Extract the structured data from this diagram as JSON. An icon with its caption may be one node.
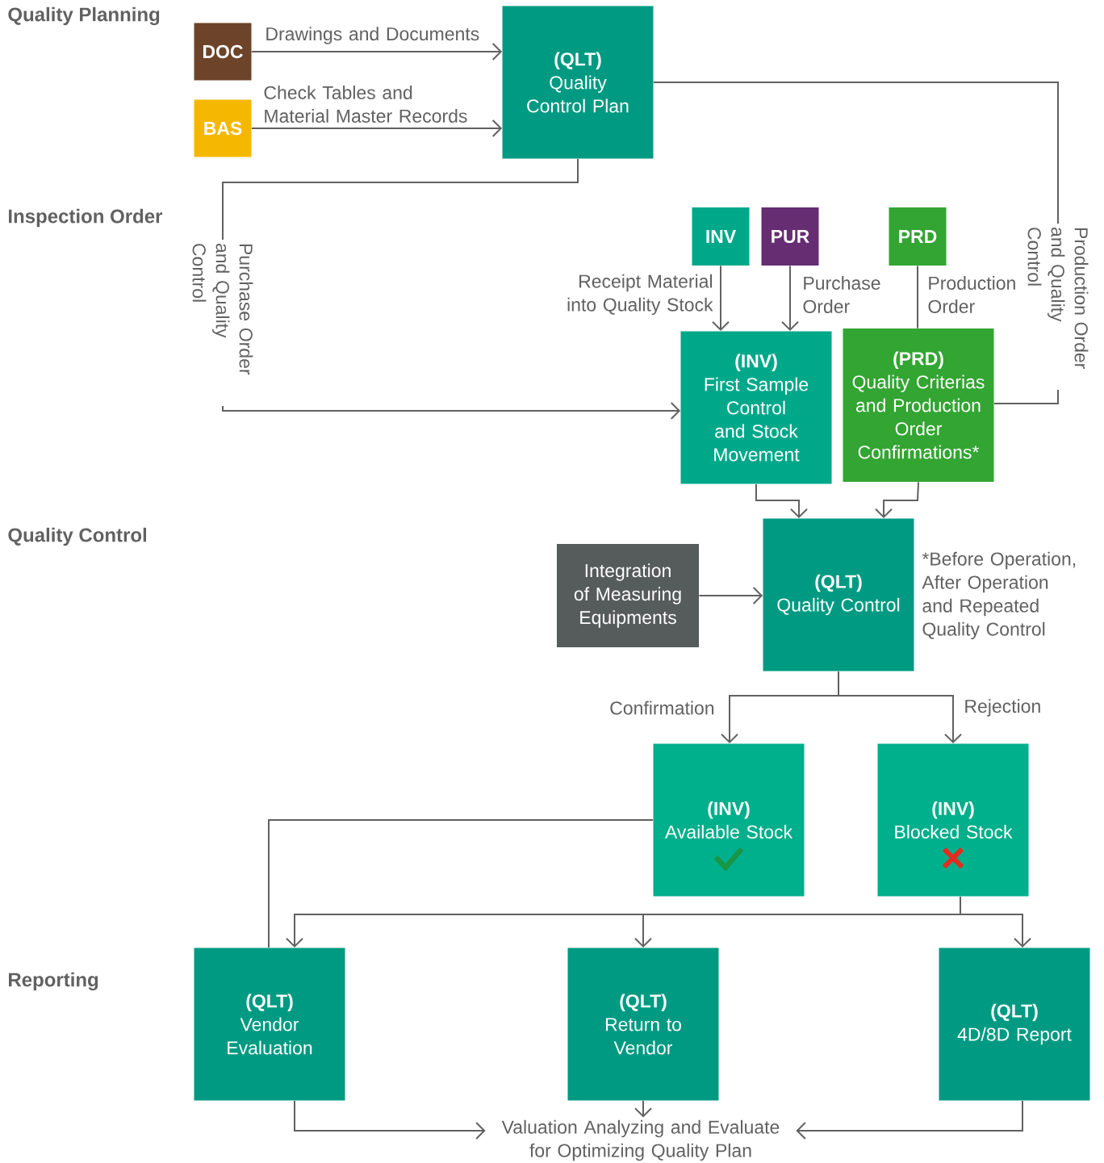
{
  "diagram": {
    "nodes": [
      {
        "text": [
          "DOC"
        ]
      },
      {
        "text": [
          "BAS"
        ]
      },
      {
        "text": [
          "(QLT)",
          "Quality Control Plan"
        ]
      },
      {
        "text": [
          "INV"
        ]
      },
      {
        "text": [
          "PUR"
        ]
      },
      {
        "text": [
          "PRD"
        ]
      },
      {
        "text": [
          "(INV)",
          "First Sample Control and Stock Movement"
        ]
      },
      {
        "text": [
          "(PRD)",
          "Quality Criterias and Production Order Confirmations*"
        ]
      },
      {
        "text": [
          "Integration of Measuring Equipments"
        ]
      },
      {
        "text": [
          "(QLT)",
          "Quality Control"
        ],
        "beside": [
          "*Before Operation, After Operation and Repeated Quality Control"
        ]
      },
      {
        "text": [
          "(INV)",
          "Available Stock"
        ]
      },
      {
        "text": [
          "(INV)",
          "Blocked Stock"
        ]
      },
      {
        "text": [
          "(QLT)",
          "Vendor Evaluation"
        ]
      },
      {
        "text": [
          "(QLT)",
          "Return to Vendor"
        ]
      },
      {
        "text": [
          "(QLT)",
          "4D/8D Report"
        ]
      },
      {
        "text": [
          "Valuation Analyzing and Evaluate for Optimizing Quality Plan"
        ]
      }
    ],
    "edges": [
      {
        "from": 0,
        "to": 2,
        "arrow": "to",
        "label": "Drawings and Documents"
      },
      {
        "from": 1,
        "to": 2,
        "arrow": "to",
        "label": "Check Tables and Material Master Records"
      },
      {
        "from": 2,
        "to": 6,
        "arrow": "to",
        "label": "Purchase Order and Quality Control"
      },
      {
        "from": 2,
        "to": 7,
        "arrow": "none",
        "label": "Production Order and Quality Control"
      },
      {
        "from": 3,
        "to": 6,
        "arrow": "to",
        "label": "Receipt Material into Quality Stock"
      },
      {
        "from": 4,
        "to": 6,
        "arrow": "to",
        "label": "Purchase Order"
      },
      {
        "from": 5,
        "to": 7,
        "arrow": "none",
        "label": "Production Order"
      },
      {
        "from": 6,
        "to": 9,
        "arrow": "to"
      },
      {
        "from": 7,
        "to": 9,
        "arrow": "to"
      },
      {
        "from": 8,
        "to": 9,
        "arrow": "to"
      },
      {
        "from": 9,
        "to": 10,
        "arrow": "to",
        "label": "Confirmation"
      },
      {
        "from": 9,
        "to": 11,
        "arrow": "to",
        "label": "Rejection"
      },
      {
        "from": 10,
        "to": 12,
        "arrow": "none"
      },
      {
        "from": 11,
        "to": 12,
        "arrow": "to"
      },
      {
        "from": 11,
        "to": 13,
        "arrow": "to"
      },
      {
        "from": 11,
        "to": 14,
        "arrow": "to"
      },
      {
        "from": 12,
        "to": 15,
        "arrow": "to"
      },
      {
        "from": 13,
        "to": 15,
        "arrow": "to"
      },
      {
        "from": 14,
        "to": 15,
        "arrow": "to"
      }
    ],
    "labels": [
      "Quality Planning",
      "Inspection Order",
      "Quality Control",
      "Reporting"
    ]
  }
}
